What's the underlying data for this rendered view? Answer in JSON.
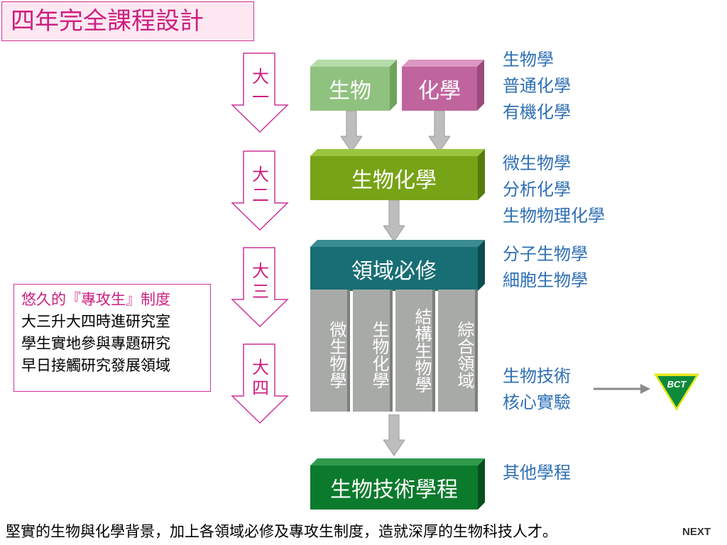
{
  "title": "四年完全課程設計",
  "years": [
    "大一",
    "大二",
    "大三",
    "大四"
  ],
  "boxes": {
    "biology": "生物",
    "chemistry": "化學",
    "biochem": "生物化學",
    "core": "領域必修",
    "program": "生物技術學程"
  },
  "columns": [
    "微生物學",
    "生物化學",
    "結構生物學",
    "綜合領域"
  ],
  "side_lists": {
    "year1": [
      "生物學",
      "普通化學",
      "有機化學"
    ],
    "year2": [
      "微生物學",
      "分析化學",
      "生物物理化學"
    ],
    "year3": [
      "分子生物學",
      "細胞生物學"
    ],
    "year4": [
      "生物技術",
      "核心實驗"
    ],
    "other": [
      "其他學程"
    ]
  },
  "note": {
    "title": "悠久的『專攻生』制度",
    "lines": [
      "大三升大四時進研究室",
      "學生實地參與專題研究",
      "早日接觸研究發展領域"
    ]
  },
  "badge": "BCT",
  "bottom_text": "堅實的生物與化學背景，加上各領域必修及專攻生制度，造就深厚的生物科技人才。",
  "next_label": "NEXT",
  "colors": {
    "accent": "#cc2080",
    "biology": "#8fc17f",
    "chemistry": "#c0649e",
    "biochem": "#77a316",
    "core": "#176e74",
    "program": "#0c7a2c",
    "column": "#a7aaa6",
    "side_text": "#2e6fb4"
  }
}
